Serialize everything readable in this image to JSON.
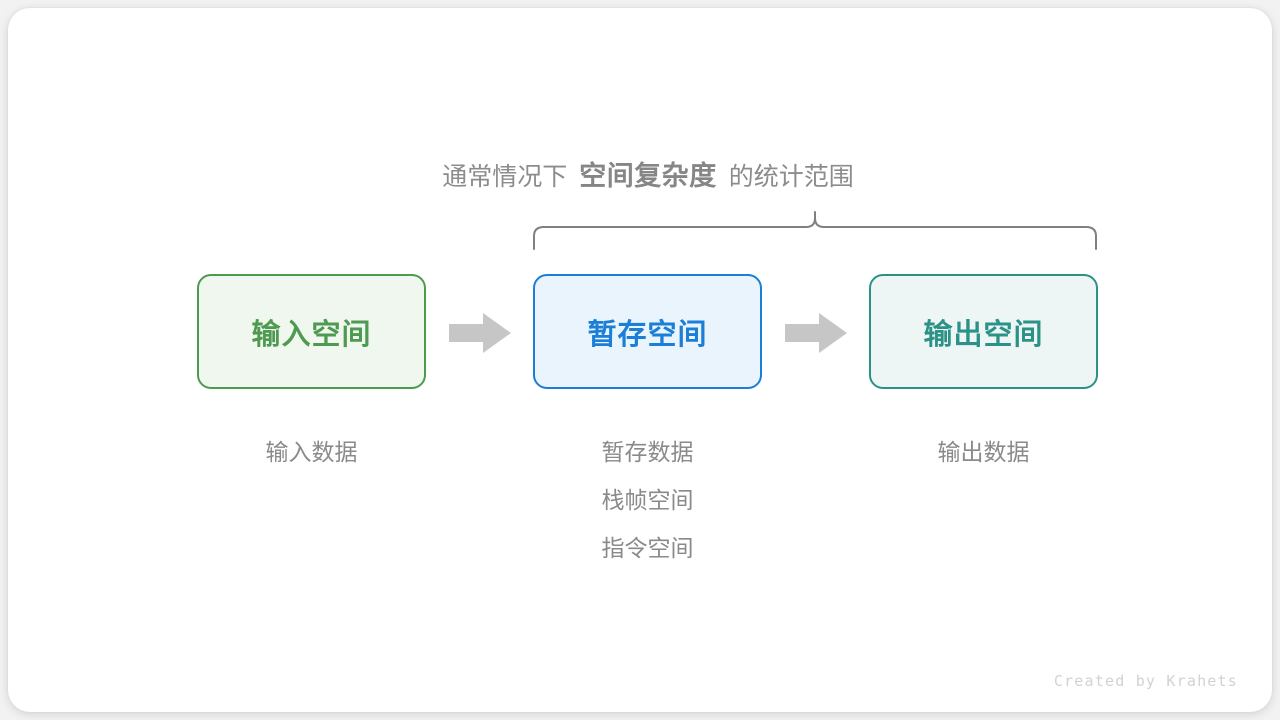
{
  "diagram": {
    "caption": {
      "prefix": "通常情况下",
      "emphasis": "空间复杂度",
      "suffix": "的统计范围"
    },
    "brace": {
      "label": "scope-brace",
      "color": "#808080",
      "spans_boxes": [
        "暂存空间",
        "输出空间"
      ]
    },
    "boxes": [
      {
        "title": "输入空间",
        "border_color": "#4e9a51",
        "fill_color": "#f0f7ef",
        "text_color": "#4e9a51"
      },
      {
        "title": "暂存空间",
        "border_color": "#1c7ed6",
        "fill_color": "#e9f4fd",
        "text_color": "#1c7ed6"
      },
      {
        "title": "输出空间",
        "border_color": "#2c9288",
        "fill_color": "#edf6f4",
        "text_color": "#2c9288"
      }
    ],
    "arrows": [
      {
        "name": "arrow-input-to-temp",
        "color": "#c6c6c6"
      },
      {
        "name": "arrow-temp-to-output",
        "color": "#c6c6c6"
      }
    ],
    "columns": [
      {
        "lines": [
          "输入数据"
        ]
      },
      {
        "lines": [
          "暂存数据",
          "栈帧空间",
          "指令空间"
        ]
      },
      {
        "lines": [
          "输出数据"
        ]
      }
    ],
    "watermark": "Created by Krahets"
  }
}
